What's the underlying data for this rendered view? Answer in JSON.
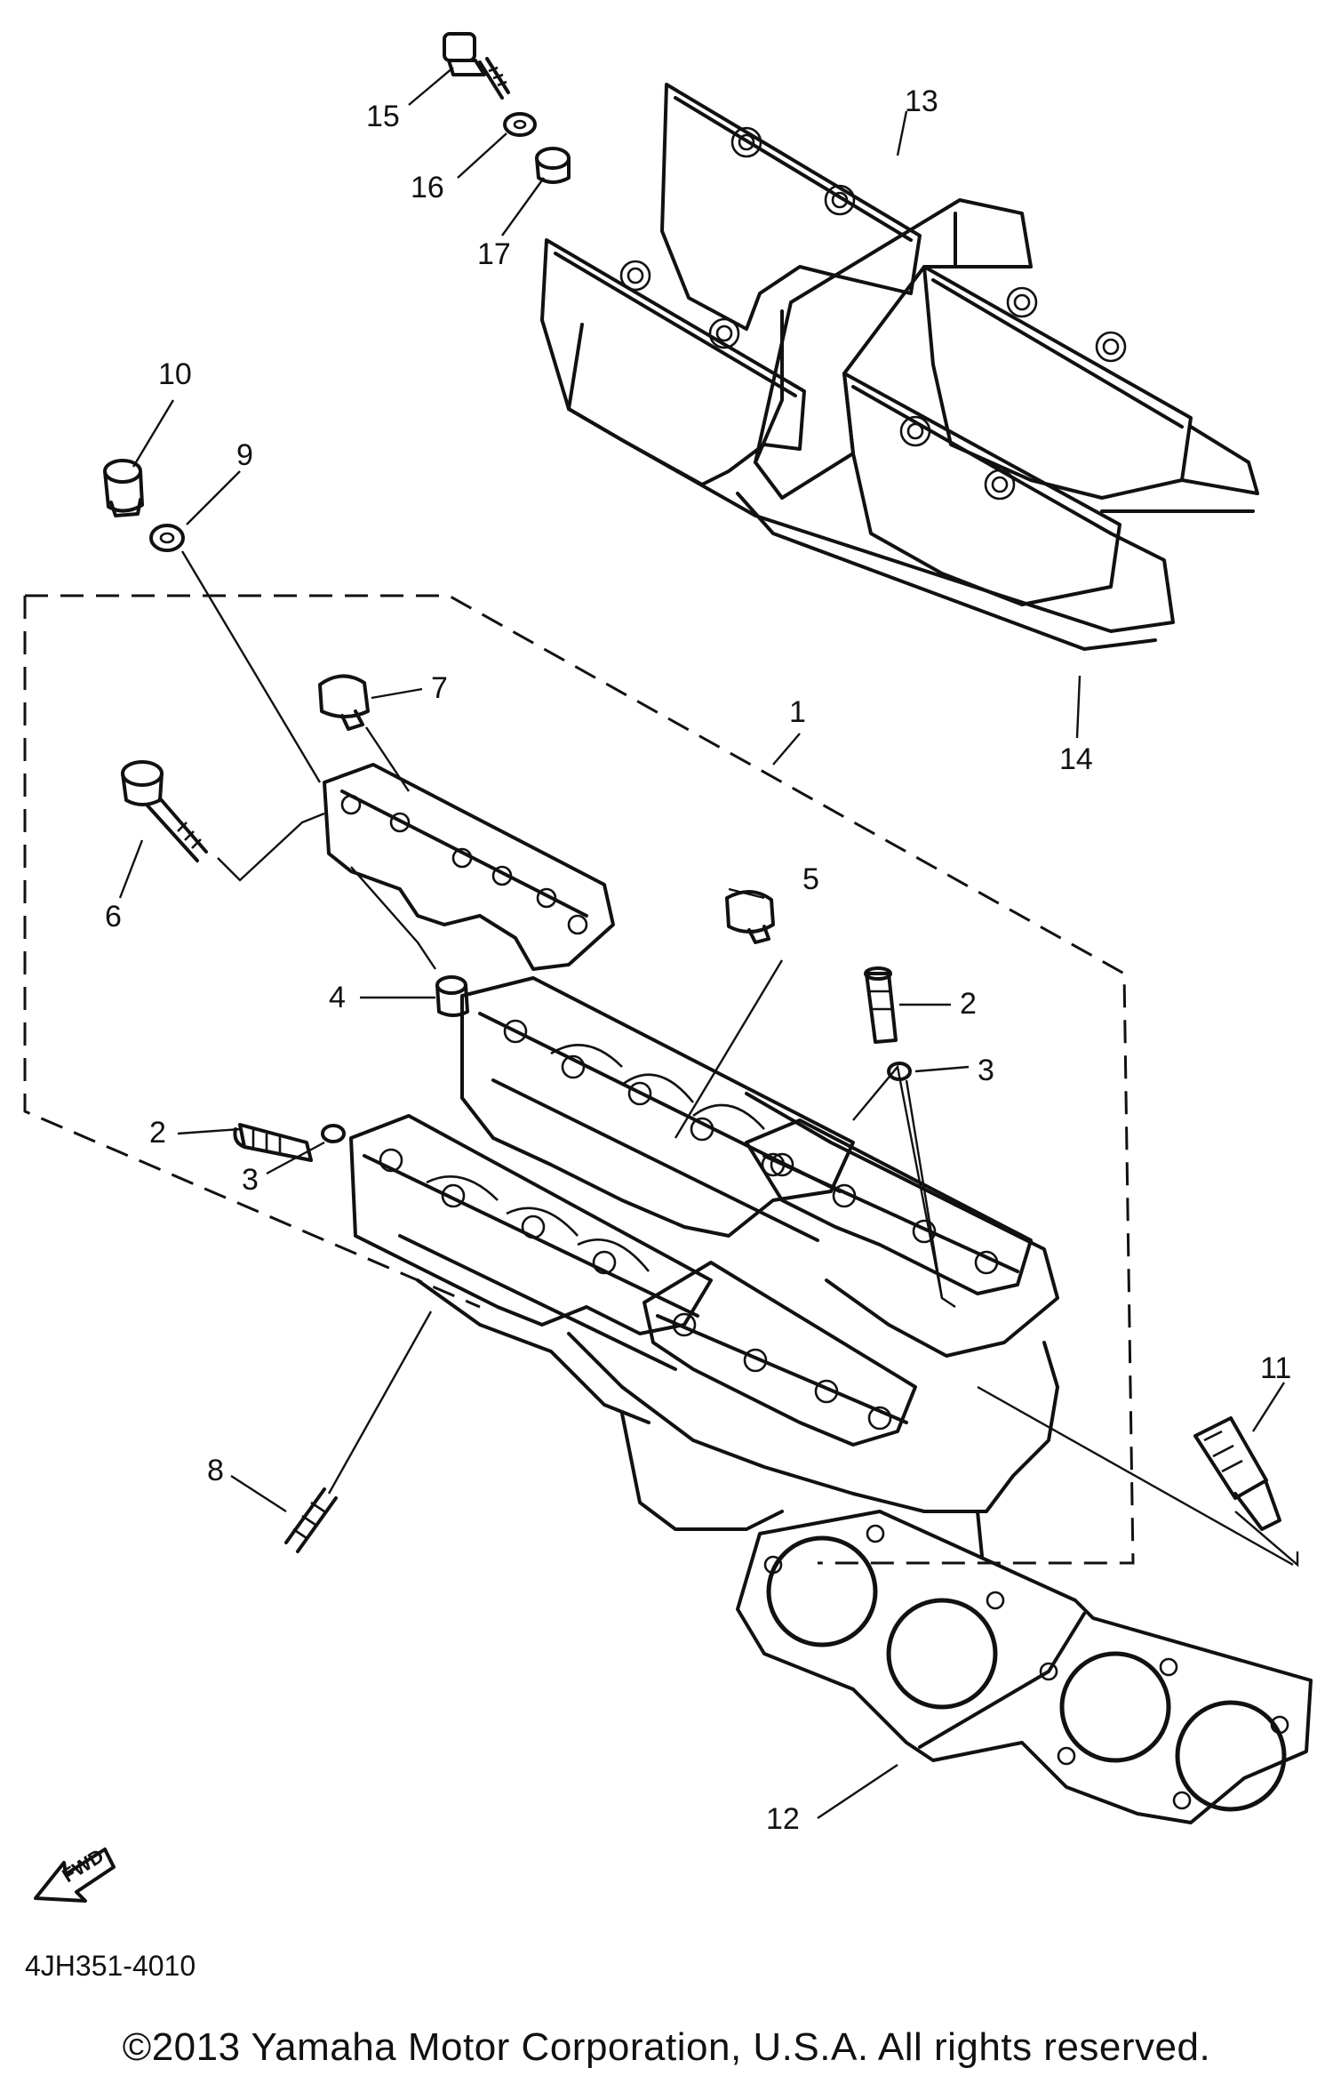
{
  "diagram": {
    "callouts": [
      {
        "id": "1",
        "label": "1"
      },
      {
        "id": "2a",
        "label": "2"
      },
      {
        "id": "2b",
        "label": "2"
      },
      {
        "id": "3a",
        "label": "3"
      },
      {
        "id": "3b",
        "label": "3"
      },
      {
        "id": "4",
        "label": "4"
      },
      {
        "id": "5",
        "label": "5"
      },
      {
        "id": "6",
        "label": "6"
      },
      {
        "id": "7",
        "label": "7"
      },
      {
        "id": "8",
        "label": "8"
      },
      {
        "id": "9",
        "label": "9"
      },
      {
        "id": "10",
        "label": "10"
      },
      {
        "id": "11",
        "label": "11"
      },
      {
        "id": "12",
        "label": "12"
      },
      {
        "id": "13",
        "label": "13"
      },
      {
        "id": "14",
        "label": "14"
      },
      {
        "id": "15",
        "label": "15"
      },
      {
        "id": "16",
        "label": "16"
      },
      {
        "id": "17",
        "label": "17"
      }
    ],
    "fwd_label": "FWD",
    "diagram_code": "4JH351-4010",
    "copyright": "©2013 Yamaha Motor Corporation, U.S.A. All rights reserved."
  }
}
